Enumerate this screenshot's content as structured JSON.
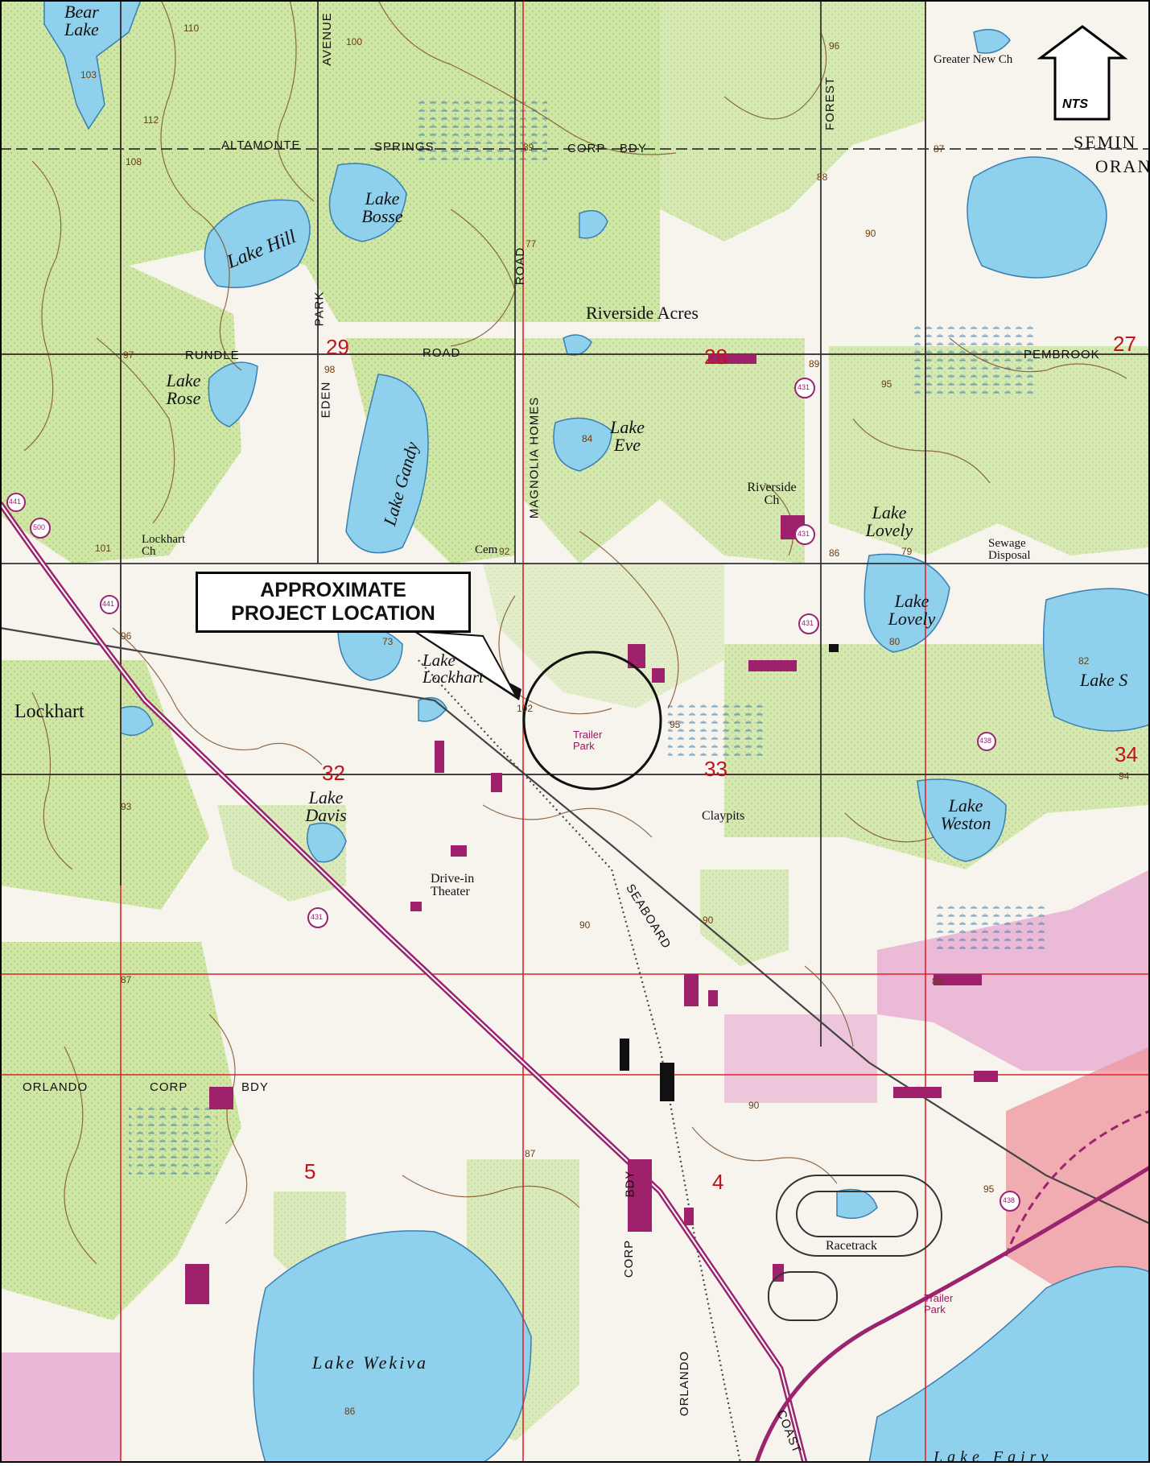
{
  "colors": {
    "vegetation": "#cfe6a4",
    "water": "#8fd0ec",
    "contour": "#7b4a1e",
    "grid_red": "#e0232b",
    "urban_pink": "#e6a7cf",
    "urban_red": "#ef9aa1",
    "building": "#a0216b",
    "road": "#9a2470"
  },
  "north_arrow": {
    "scale_label": "NTS"
  },
  "callout": {
    "line1": "APPROXIMATE",
    "line2": "PROJECT LOCATION"
  },
  "places": {
    "bear_lake": "Bear Lake",
    "lake_hill": "Lake Hill",
    "lake_bosse": "Lake Bosse",
    "lake_rose": "Lake Rose",
    "lake_gandy": "Lake Gandy",
    "lake_eve": "Lake Eve",
    "riverside_acres": "Riverside Acres",
    "riverside_ch": "Riverside Ch",
    "lake_lovely_n": "Lake Lovely",
    "lake_lovely": "Lake Lovely",
    "lake_lockhart": "Lake Lockhart",
    "lockhart": "Lockhart",
    "lockhart_ch": "Lockhart Ch",
    "lake_davis": "Lake Davis",
    "lake_weston": "Lake Weston",
    "lake_s": "Lake S",
    "lake_wekiva": "Lake Wekiva",
    "lake_fairview": "Lake Fairv",
    "greater_new_ch": "Greater New Ch",
    "semin": "SEMIN",
    "oran": "ORAN",
    "sewage": "Sewage Disposal",
    "drive_in": "Drive-in Theater",
    "claypits": "Claypits",
    "racetrack": "Racetrack",
    "trailer_park_1": "Trailer Park",
    "trailer_park_2": "Trailer Park",
    "cem": "Cem"
  },
  "roads": {
    "altamonte": "ALTAMONTE",
    "springs": "SPRINGS",
    "corp1": "CORP",
    "bdy1": "BDY",
    "rundle": "RUNDLE",
    "road1": "ROAD",
    "pembrook": "PEMBROOK",
    "eden": "EDEN",
    "park": "PARK",
    "avenue": "AVENUE",
    "road2": "ROAD",
    "magnolia_homes": "MAGNOLIA HOMES",
    "forest": "FOREST",
    "seaboard": "SEABOARD",
    "coast": "COAST",
    "orlando1": "ORLANDO",
    "corp2": "CORP",
    "bdy2": "BDY",
    "corp3": "CORP",
    "bdy3": "BDY",
    "orlando2": "ORLANDO"
  },
  "sections": {
    "s29": "29",
    "s28": "28",
    "s27": "27",
    "s32": "32",
    "s33": "33",
    "s34": "34",
    "s5": "5",
    "s4": "4"
  },
  "elevations": {
    "e103": "103",
    "e110": "110",
    "e100a": "100",
    "e112": "112",
    "e108": "108",
    "e89": "89",
    "e96a": "96",
    "e87": "87",
    "e88": "88",
    "e90a": "90",
    "e77": "77",
    "e97": "97",
    "e98": "98",
    "e89b": "89",
    "e95a": "95",
    "e101": "101",
    "e92": "92",
    "e86": "86",
    "e79": "79",
    "e80": "80",
    "e96b": "96",
    "e73": "73",
    "e102": "102",
    "e95b": "95",
    "e82": "82",
    "e94": "94",
    "e93": "93",
    "e90b": "90",
    "e90c": "90",
    "e88b": "88",
    "e87b": "87",
    "e90d": "90",
    "e95c": "95",
    "e87c": "87",
    "e86b": "86",
    "e84": "84"
  },
  "highways": {
    "us441a": "441",
    "sr500": "500",
    "us441b": "441",
    "sr431a": "431",
    "sr431b": "431",
    "sr431c": "431",
    "sr431d": "431",
    "sr438a": "438",
    "sr438b": "438"
  }
}
